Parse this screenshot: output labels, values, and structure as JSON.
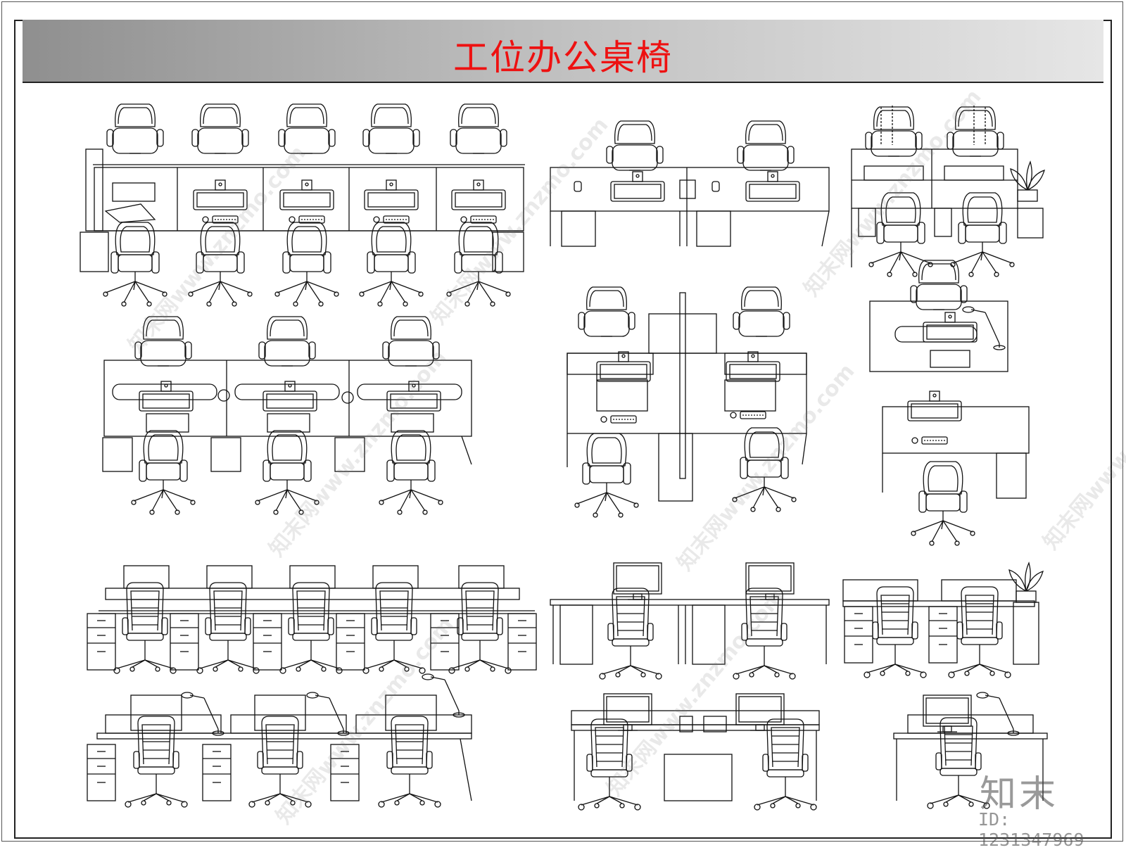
{
  "title": "工位办公桌椅",
  "watermark_text": "知末网www.znzmo.com",
  "brand": "知末",
  "id_label": "ID: 1231347969",
  "colors": {
    "title_red": "#ee1111",
    "line": "#111111",
    "watermark": "#b0b0b0"
  },
  "icons": [
    "office-chair-icon",
    "monitor-icon",
    "keyboard-icon",
    "desk-lamp-icon",
    "potted-plant-icon",
    "drawer-cabinet-icon"
  ]
}
